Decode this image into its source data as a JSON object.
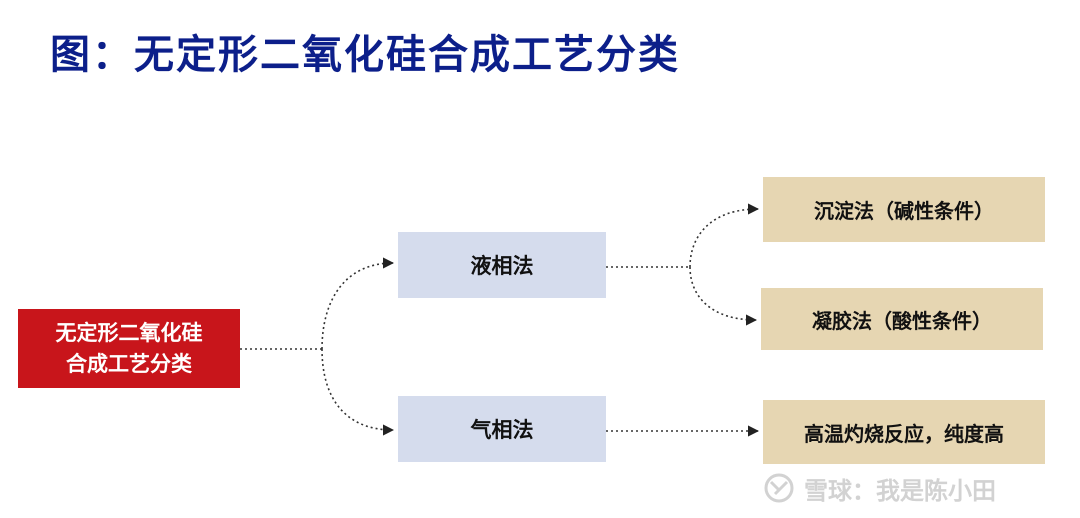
{
  "title": "图：无定形二氧化硅合成工艺分类",
  "root": {
    "line1": "无定形二氧化硅",
    "line2": "合成工艺分类"
  },
  "branches": {
    "liquid": "液相法",
    "gas": "气相法"
  },
  "leaves": {
    "precipitation": "沉淀法（碱性条件）",
    "gel": "凝胶法（酸性条件）",
    "gas_result": "高温灼烧反应，纯度高"
  },
  "watermark": {
    "text": "雪球：我是陈小田"
  },
  "colors": {
    "title": "#0c1f8a",
    "root_fill": "#c8151b",
    "branch_fill": "#d5dced",
    "leaf_fill": "#e6d6b2",
    "connector": "#333333"
  }
}
